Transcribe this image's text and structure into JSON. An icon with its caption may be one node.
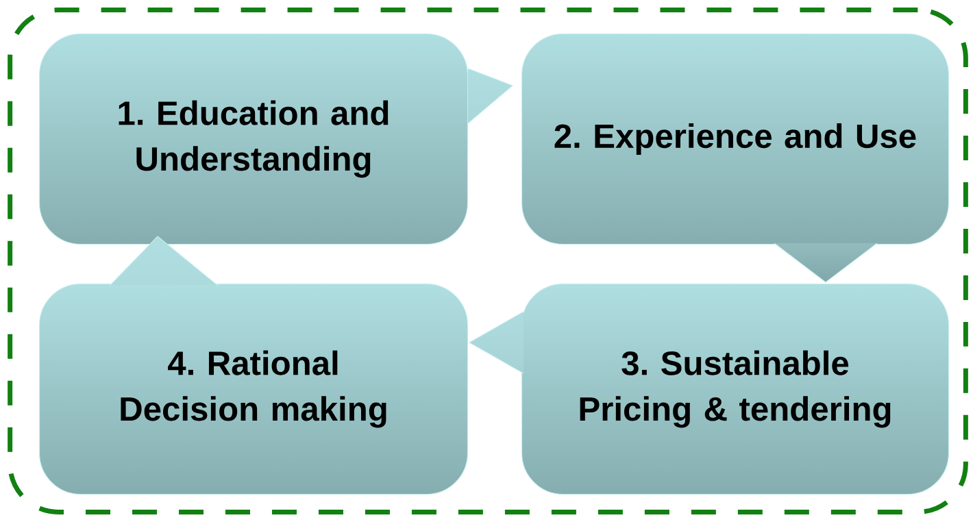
{
  "diagram": {
    "nodes": [
      {
        "text": [],
        "shape": "box"
      },
      {
        "text": [
          "1. Education and Understanding"
        ],
        "in": 0
      },
      {
        "text": [
          "2. Experience and Use"
        ],
        "in": 0
      },
      {
        "text": [
          "4. Rational Decision making"
        ],
        "in": 0
      },
      {
        "text": [
          "3. Sustainable Pricing & tendering"
        ],
        "in": 0
      }
    ]
  }
}
